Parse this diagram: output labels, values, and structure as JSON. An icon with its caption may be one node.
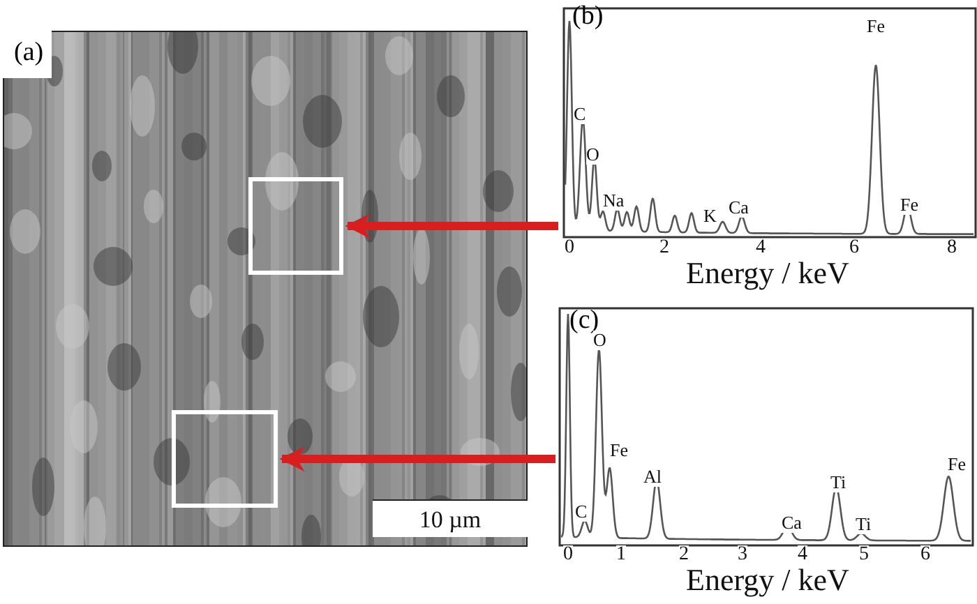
{
  "diagram": {
    "nodes": [
      {
        "text": [
          "(a)"
        ]
      },
      {
        "text": [],
        "shape": "box",
        "in": 0
      },
      {
        "text": [],
        "shape": "box",
        "in": 0
      },
      {
        "text": [
          "(b)"
        ]
      },
      {
        "text": [
          "(c)"
        ]
      }
    ],
    "edges": [
      {
        "from": 3,
        "to": 1,
        "arrow": "to"
      },
      {
        "from": 4,
        "to": 2,
        "arrow": "to"
      }
    ],
    "labels": [
      "Fe",
      "C",
      "O",
      "Na",
      "Ca",
      "K",
      "Fe",
      "0",
      "2",
      "4",
      "6",
      "8",
      "Energy / keV",
      "O",
      "Fe",
      "Al",
      "Fe",
      "Ti",
      "C",
      "Ca",
      "Ti",
      "0",
      "1",
      "2",
      "3",
      "4",
      "5",
      "6",
      "Energy / keV",
      "10 µm"
    ]
  }
}
